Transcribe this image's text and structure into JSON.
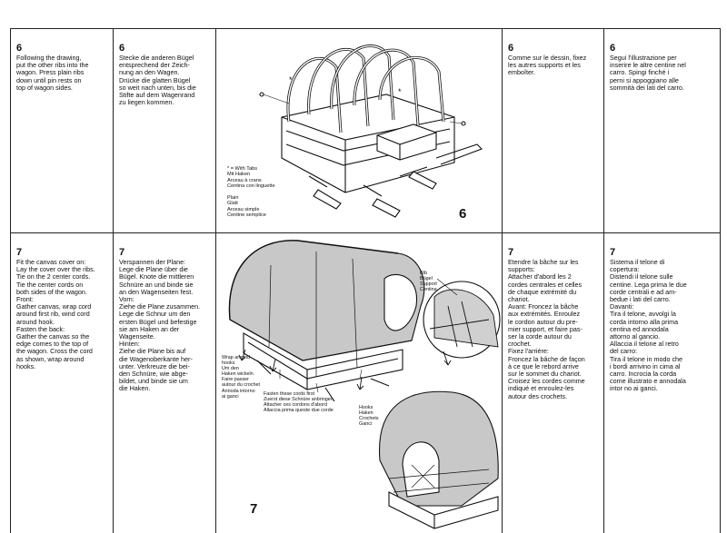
{
  "step6": {
    "en_num": "6",
    "en_text": "Following the drawing,\nput the other ribs into the\nwagon. Press plain ribs\ndown until pin rests on\ntop of wagon sides.",
    "de_num": "6",
    "de_text": "Stecke die anderen Bügel\nentsprechend der Zeich-\nnung an den Wagen.\nDrücke die glatten Bügel\nso weit nach unten, bis die\nStifte auf dem Wagenrand\nzu liegen kommen.",
    "fr_num": "6",
    "fr_text": "Comme sur le dessin, fixez\nles autres supports et les\nemboîter.",
    "it_num": "6",
    "it_text": "Segui l'illustrazione per\ninserire le altre centine nel\ncarro. Spingi finché i\nperni si appoggiano alle\nsommità dei lati del carro.",
    "figure_num": "6",
    "legend_star": "* = With Tabs\nMit Haken\nArceau à crans\nCentina con linguette",
    "legend_plain": "Plain\nGlatt\nArceau simple\nCentine semplice"
  },
  "step7": {
    "en_num": "7",
    "en_text": "Fit the canvas cover on:\nLay the cover over the ribs.\nTie on the 2 center cords.\nTie the center cords on\nboth sides of the wagon.\nFront:\nGather canvas, wrap cord\naround first rib, wind cord\naround hook.\nFasten the back:\nGather the canvas so the\nedge comes to the top of\nthe wagon. Cross the cord\nas shown, wrap around\nhooks.",
    "de_num": "7",
    "de_text": "Verspannen der Plane:\nLege die Plane über die\nBügel. Knote die mittleren\nSchnüre an und binde sie\nan den Wagenseiten fest.\nVorn:\nZiehe die Plane zusammen.\nLege die Schnur um den\nersten Bügel und befestige\nsie am Haken an der\nWagenseite.\nHinten:\nZiehe die Plane bis auf\ndie Wagenoberkante her-\nunter. Verkreuze die bei-\nden Schnüre, wie abge-\nbildet, und binde sie um\ndie Haken.",
    "fr_num": "7",
    "fr_text": "Etendre la bâche sur les\nsupports:\nAttacher d'abord les 2\ncordes centrales et celles\nde chaque extrémité du\nchariot.\nAvant: Froncez la bâche\naux extrémités. Enroulez\nle cordon autour du pre-\nmier support, et faire pas-\nser la corde autour du\ncrochet.\nFixez l'arrière:\nFroncez la bâche de façon\nà ce que le rebord arrive\nsur le sommet du chariot.\nCroisez les cordes comme\nindiqué et enroulez-les\nautour des crochets.",
    "it_num": "7",
    "it_text": "Sistema il telone di\ncopertura:\nDistendi il telone sulle\ncentine. Lega prima le due\ncorde centrali e ad am-\nbedue i lati del carro.\nDavanti:\nTira il telone, avvolgi la\ncorda intorno alla prima\ncentina ed annodala\nattorno al gancio.\nAllaccia il telone al retro\ndel carro:\nTira il telone in modo che\ni bordi arrivino in cima al\ncarro. Incrocia la corda\ncome illustrato e annodala\nintor no ai ganci.",
    "figure_num": "7",
    "callout_rib": "Rib\nBügel\nSupport\nCentina",
    "callout_wrap": "Wrap around\nhooks\nUm den\nHaken wickeln\nFaire passer\nautour du crochet\nAnnoda intorno\nai ganci",
    "callout_fasten": "Fasten these cords first\nZuerst diese Schnüre anbringen\nAttacher ces cordons d'abord\nAllaccia prima queste due corde",
    "callout_hooks": "Hooks\nHaken\nCrochets\nGanci"
  }
}
